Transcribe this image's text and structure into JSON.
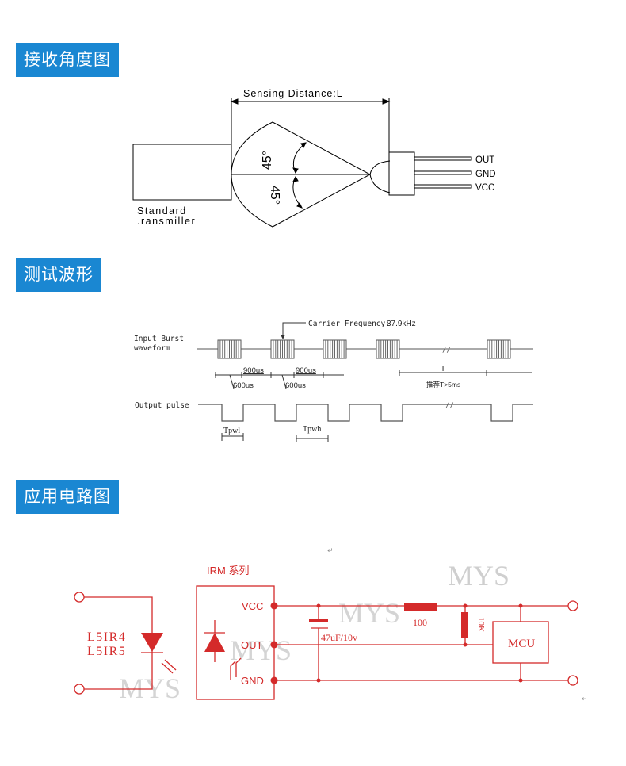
{
  "sections": {
    "reception_angle": {
      "title": "接收角度图",
      "sensing_distance_label": "Sensing Distance:L",
      "transmitter_label_line1": "Standard",
      "transmitter_label_line2": ".ransmiller",
      "angle_upper": "45°",
      "angle_lower": "45°",
      "pins": [
        "OUT",
        "GND",
        "VCC"
      ]
    },
    "test_waveform": {
      "title": "测试波形",
      "input_label_line1": "Input Burst",
      "input_label_line2": "waveform",
      "carrier_label": "Carrier Frequency:",
      "carrier_value": "37.9kHz",
      "burst_on_1": "600us",
      "burst_off_1": "900us",
      "burst_on_2": "600us",
      "burst_off_2": "900us",
      "period_label": "T",
      "period_note": "推荐T>5ms",
      "output_label": "Output pulse",
      "tpwl_label": "Tpwl",
      "tpwh_label": "Tpwh",
      "break_mark": "//"
    },
    "application_circuit": {
      "title": "应用电路图",
      "module_title": "IRM 系列",
      "module_pins": [
        "VCC",
        "OUT",
        "GND"
      ],
      "emitter_label_line1": "L5IR4",
      "emitter_label_line2": "L5IR5",
      "capacitor_label": "47uF/10v",
      "resistor_series_label": "100",
      "resistor_pullup_label": "10K",
      "mcu_label": "MCU",
      "watermark": "MYS",
      "return_mark": "↵",
      "colors": {
        "circuit": "#d42a2a",
        "watermark": "#c8c8c8",
        "banner": "#1a87d2"
      }
    }
  }
}
